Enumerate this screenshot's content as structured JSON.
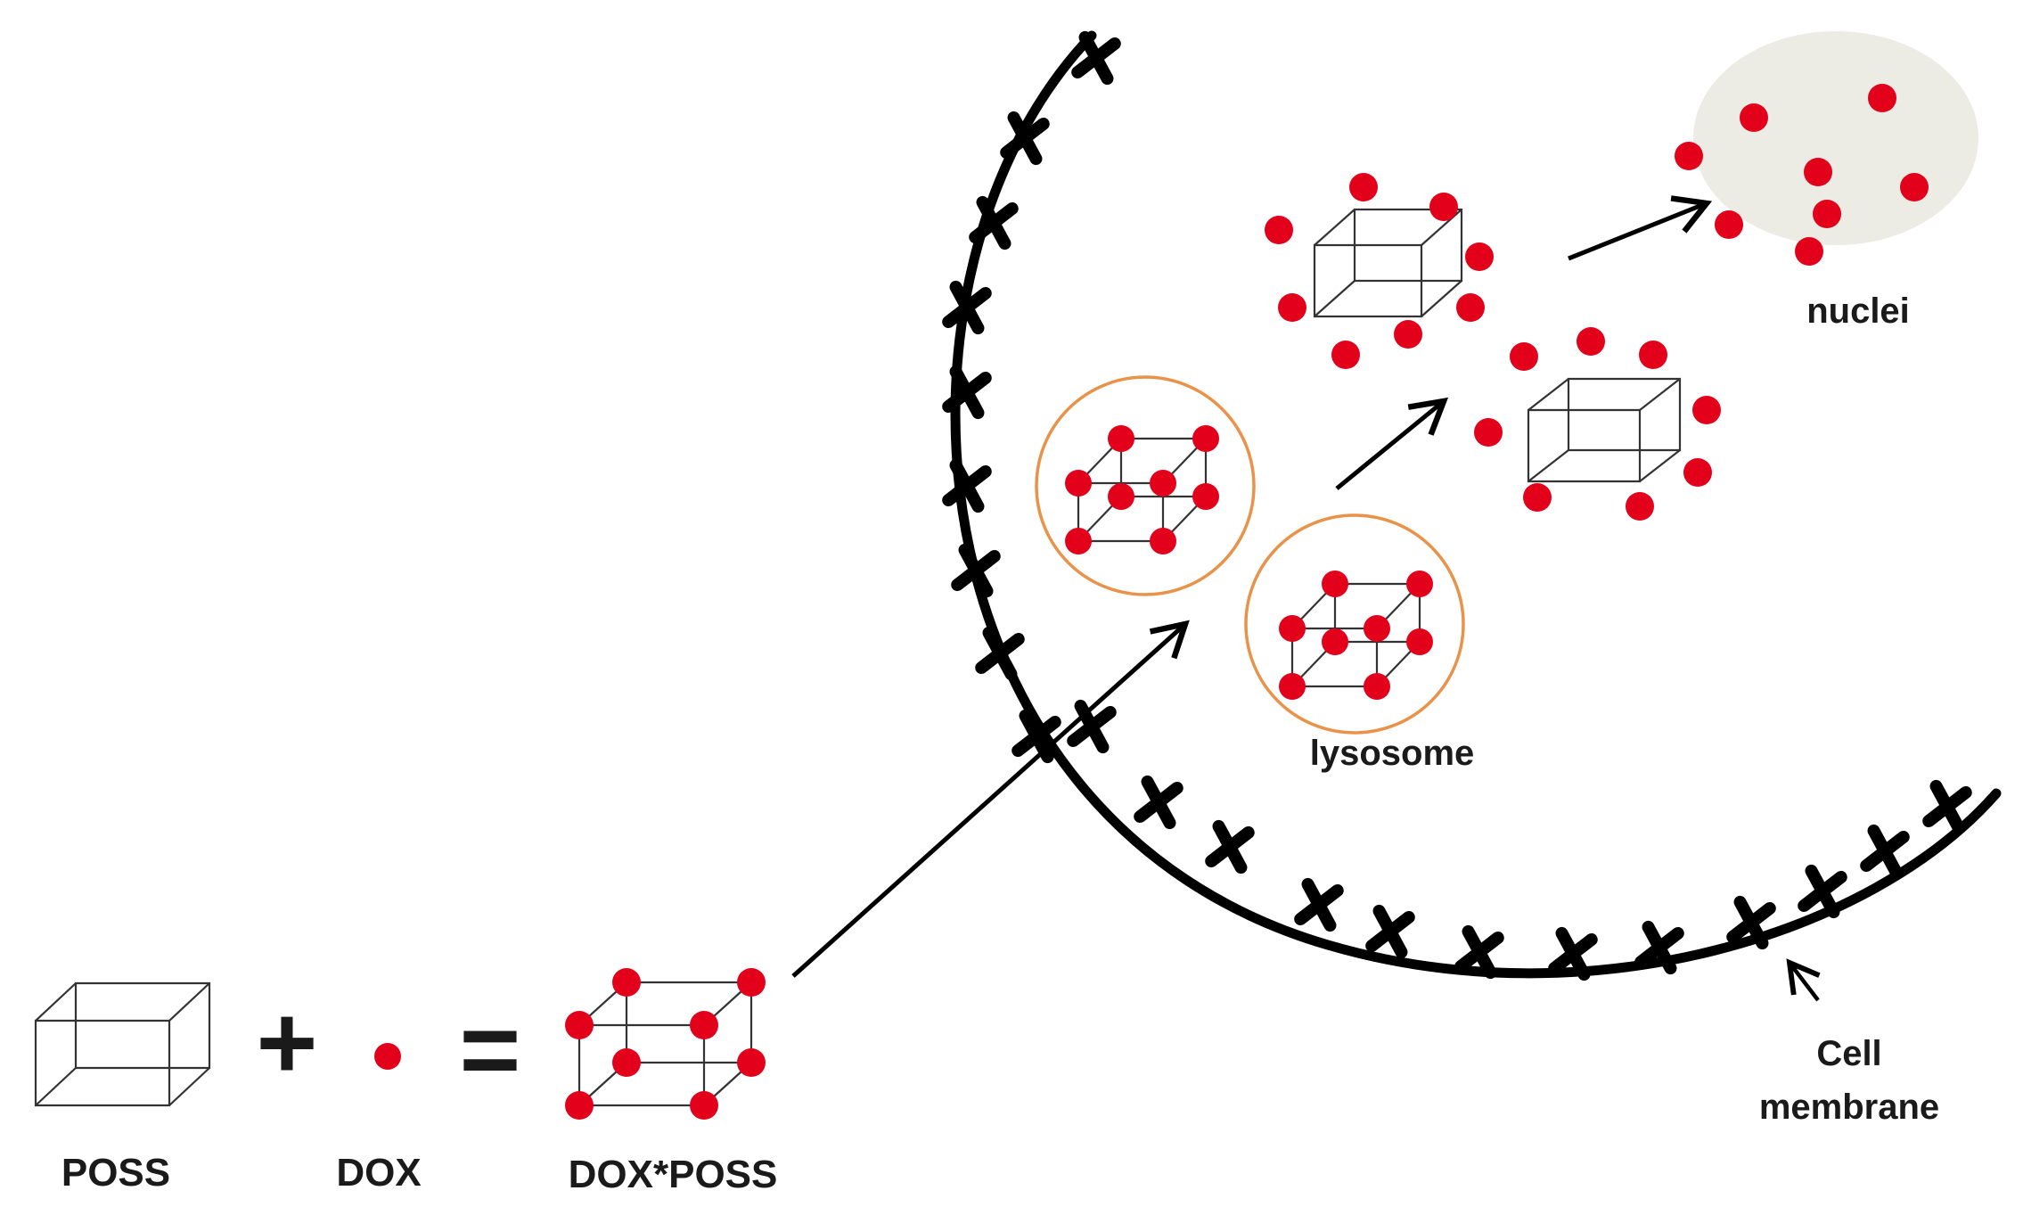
{
  "labels": {
    "poss": "POSS",
    "dox": "DOX",
    "dox_poss": "DOX*POSS",
    "lysosome": "lysosome",
    "nuclei": "nuclei",
    "cell_membrane_line1": "Cell",
    "cell_membrane_line2": "membrane"
  },
  "operators": {
    "plus": "+",
    "equals": "="
  },
  "icons": {
    "poss_cube": "wireframe-cube-icon",
    "dox_molecule": "red-dot-icon",
    "receptor": "x-mark-icon"
  },
  "colors": {
    "dox": "#e3001b",
    "lysosome_border": "#e8924a",
    "nucleus_fill": "#ecebe4",
    "membrane": "#000000",
    "cube_stroke": "#333333"
  }
}
